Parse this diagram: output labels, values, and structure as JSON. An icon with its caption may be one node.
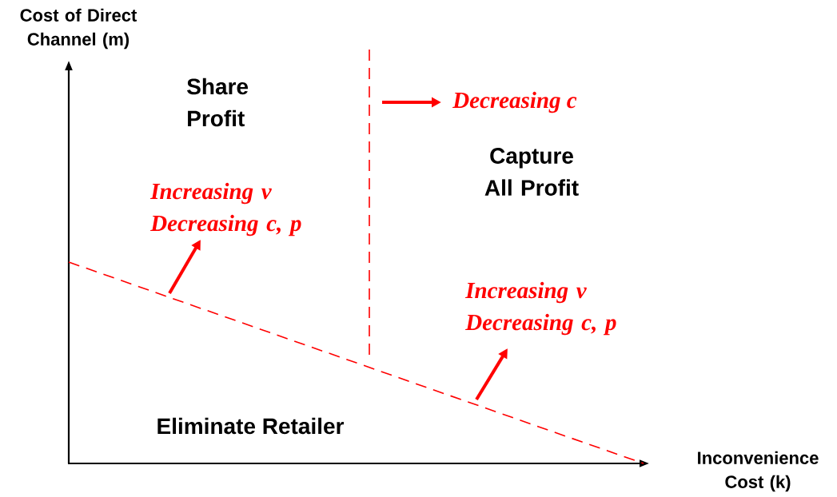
{
  "diagram": {
    "labels": [
      "Cost of Direct Channel (m)",
      "Share Profit",
      "Decreasing c",
      "Capture All Profit",
      "Increasing v Decreasing c, p",
      "Increasing v Decreasing c, p",
      "Eliminate Retailer",
      "Inconvenience Cost (k)"
    ]
  }
}
